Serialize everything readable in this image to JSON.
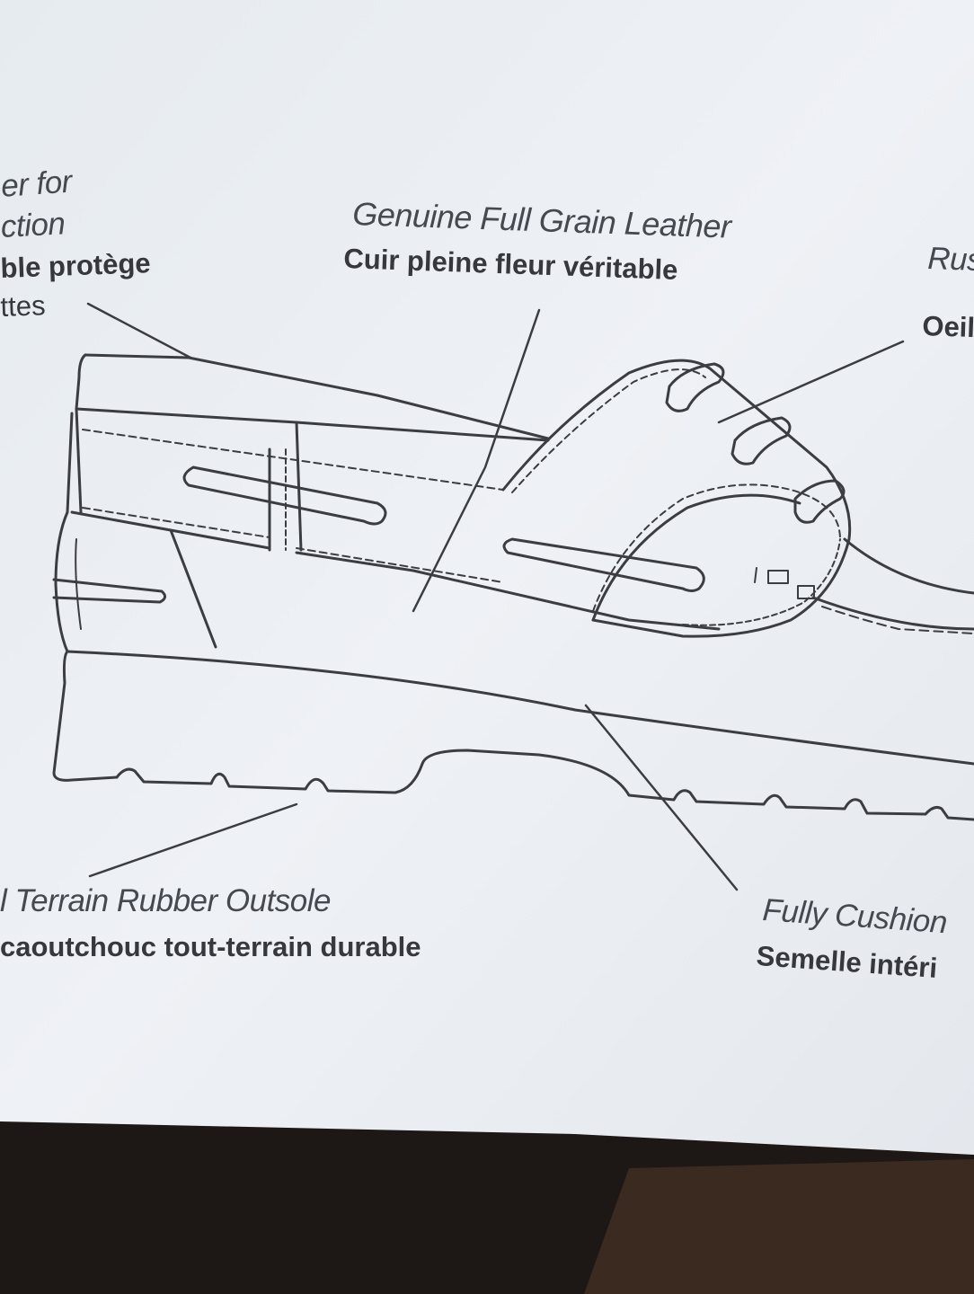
{
  "colors": {
    "paper": "#eef1f4",
    "ink": "#3a3c42",
    "background": "#2a211c"
  },
  "labels": {
    "top_left": {
      "line1": "er for",
      "line2": "ction",
      "line3": "ble protège",
      "line4": "ttes"
    },
    "leather": {
      "en": "Genuine Full Grain Leather",
      "fr": "Cuir pleine fleur véritable"
    },
    "top_right": {
      "en": "Rus",
      "fr": "Oeil"
    },
    "outsole": {
      "en": "l Terrain Rubber Outsole",
      "fr": "caoutchouc tout-terrain durable"
    },
    "cushion": {
      "en": "Fully Cushion",
      "fr": "Semelle intéri"
    }
  }
}
